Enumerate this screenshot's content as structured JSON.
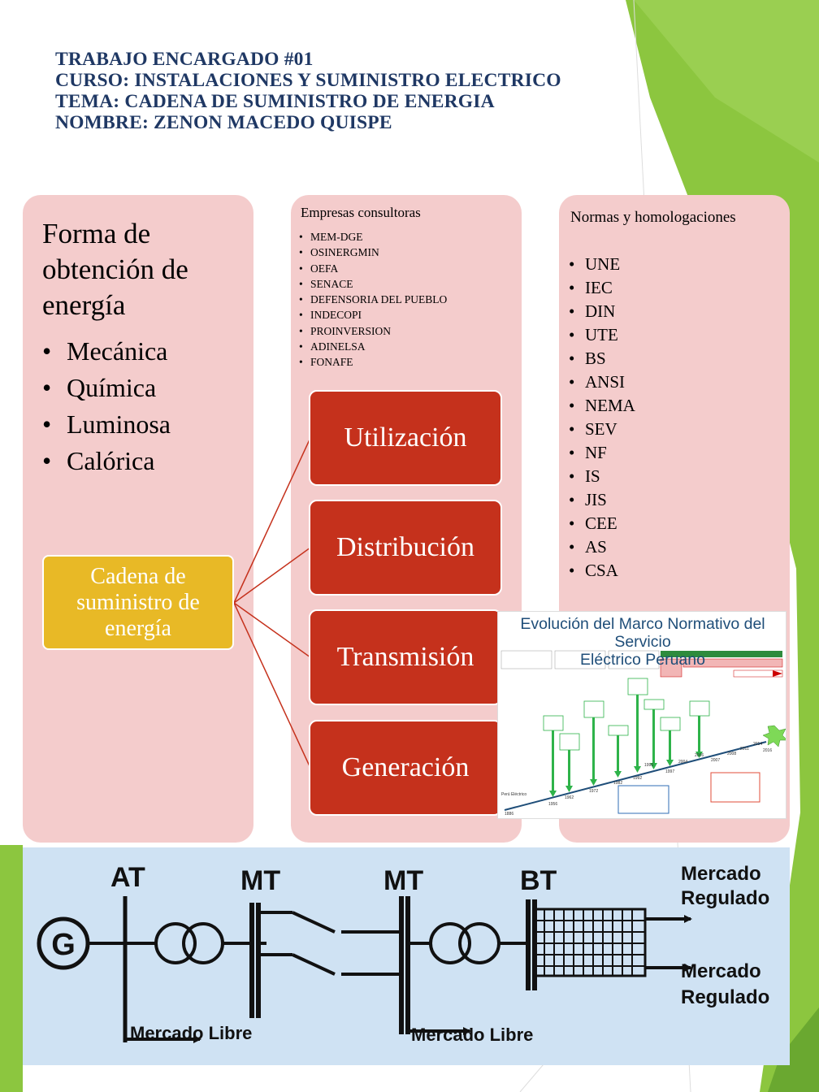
{
  "header": {
    "line1": "TRABAJO ENCARGADO  #01",
    "line2": "CURSO: INSTALACIONES Y SUMINISTRO ELECTRICO",
    "line3": "TEMA: CADENA DE SUMINISTRO DE ENERGIA",
    "line4": "NOMBRE: ZENON MACEDO QUISPE"
  },
  "panel1": {
    "title": "Forma de obtención de energía",
    "items": [
      "Mecánica",
      "Química",
      "Luminosa",
      "Calórica"
    ]
  },
  "panel2": {
    "title": "Empresas consultoras",
    "items": [
      "MEM-DGE",
      "OSINERGMIN",
      "OEFA",
      "SENACE",
      "DEFENSORIA DEL PUEBLO",
      "INDECOPI",
      "PROINVERSION",
      "ADINELSA",
      "FONAFE"
    ]
  },
  "panel3": {
    "title": "Normas y homologaciones",
    "items": [
      "UNE",
      "IEC",
      "DIN",
      "UTE",
      "BS",
      "ANSI",
      "NEMA",
      "SEV",
      "NF",
      "IS",
      "JIS",
      "CEE",
      "AS",
      "CSA"
    ]
  },
  "center": {
    "label": "Cadena de suministro de energía"
  },
  "stages": [
    "Utilización",
    "Distribución",
    "Transmisión",
    "Generación"
  ],
  "evolution": {
    "title_line1": "Evolución del Marco Normativo del Servicio",
    "title_line2": "Eléctrico  Peruano",
    "years": [
      "1886",
      "1956",
      "1962",
      "1972",
      "1982",
      "1992",
      "1996",
      "1997",
      "2004",
      "2006",
      "2007",
      "2008",
      "2011",
      "2014",
      "2016"
    ],
    "origin": "Perú Eléctrico"
  },
  "single_line": {
    "generator": "G",
    "at": "AT",
    "mt1": "MT",
    "mt2": "MT",
    "bt": "BT",
    "market_reg_1a": "Mercado",
    "market_reg_1b": "Regulado",
    "market_reg_2a": "Mercado",
    "market_reg_2b": "Regulado",
    "market_free_1": "Mercado Libre",
    "market_free_2": "Mercado Libre"
  },
  "colors": {
    "header": "#1f3864",
    "panel": "#f4cccc",
    "center_box": "#e8b926",
    "stage_box": "#c5311c",
    "sld_background": "#cfe2f3",
    "accent_green": "#8cc63f"
  }
}
